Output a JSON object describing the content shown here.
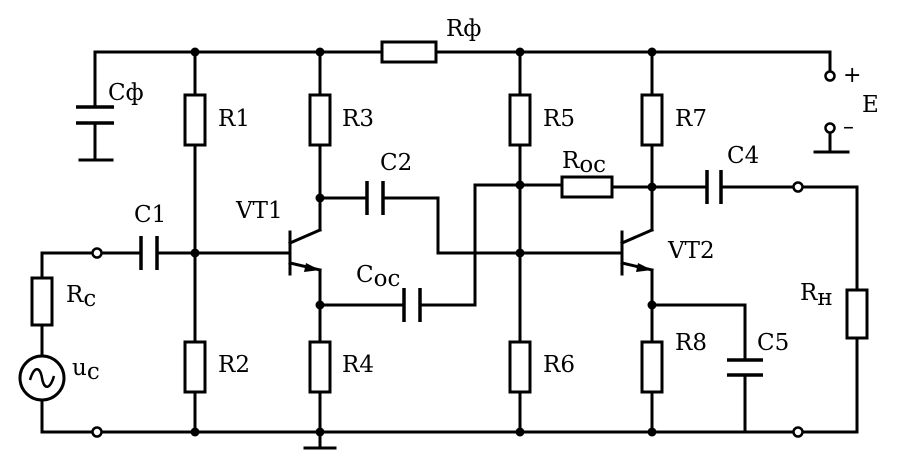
{
  "labels": {
    "r_phi": "Rф",
    "c_phi": "Cф",
    "r1": "R1",
    "r2": "R2",
    "r3": "R3",
    "r4": "R4",
    "r5": "R5",
    "r6": "R6",
    "r7": "R7",
    "r8": "R8",
    "c1": "C1",
    "c2": "C2",
    "c4": "C4",
    "c5": "C5",
    "vt1": "VT1",
    "vt2": "VT2",
    "rc_main": "R",
    "rc_sub": "c",
    "uc_main": "u",
    "uc_sub": "c",
    "roc_main": "R",
    "roc_sub": "oc",
    "coc_main": "C",
    "coc_sub": "oc",
    "rn_main": "R",
    "rn_sub": "н",
    "e": "E",
    "plus": "+",
    "minus": "–"
  }
}
